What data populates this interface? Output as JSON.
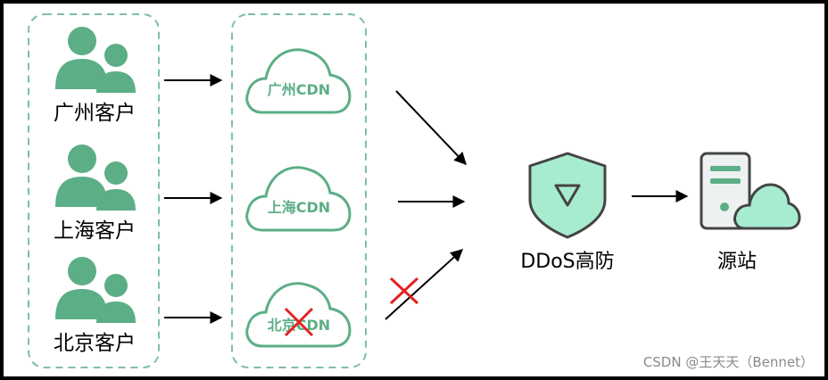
{
  "clients": [
    "广州客户",
    "上海客户",
    "北京客户"
  ],
  "cdn_nodes": [
    "广州CDN",
    "上海CDN",
    "北京CDN"
  ],
  "ddos_label": "DDoS高防",
  "origin_label": "源站",
  "watermark": "CSDN @王天天（Bennet）",
  "colors": {
    "green": "#5cae86",
    "dashed": "#7dc0a0",
    "shield_fill": "#a8ecd0",
    "red": "#e32222"
  }
}
